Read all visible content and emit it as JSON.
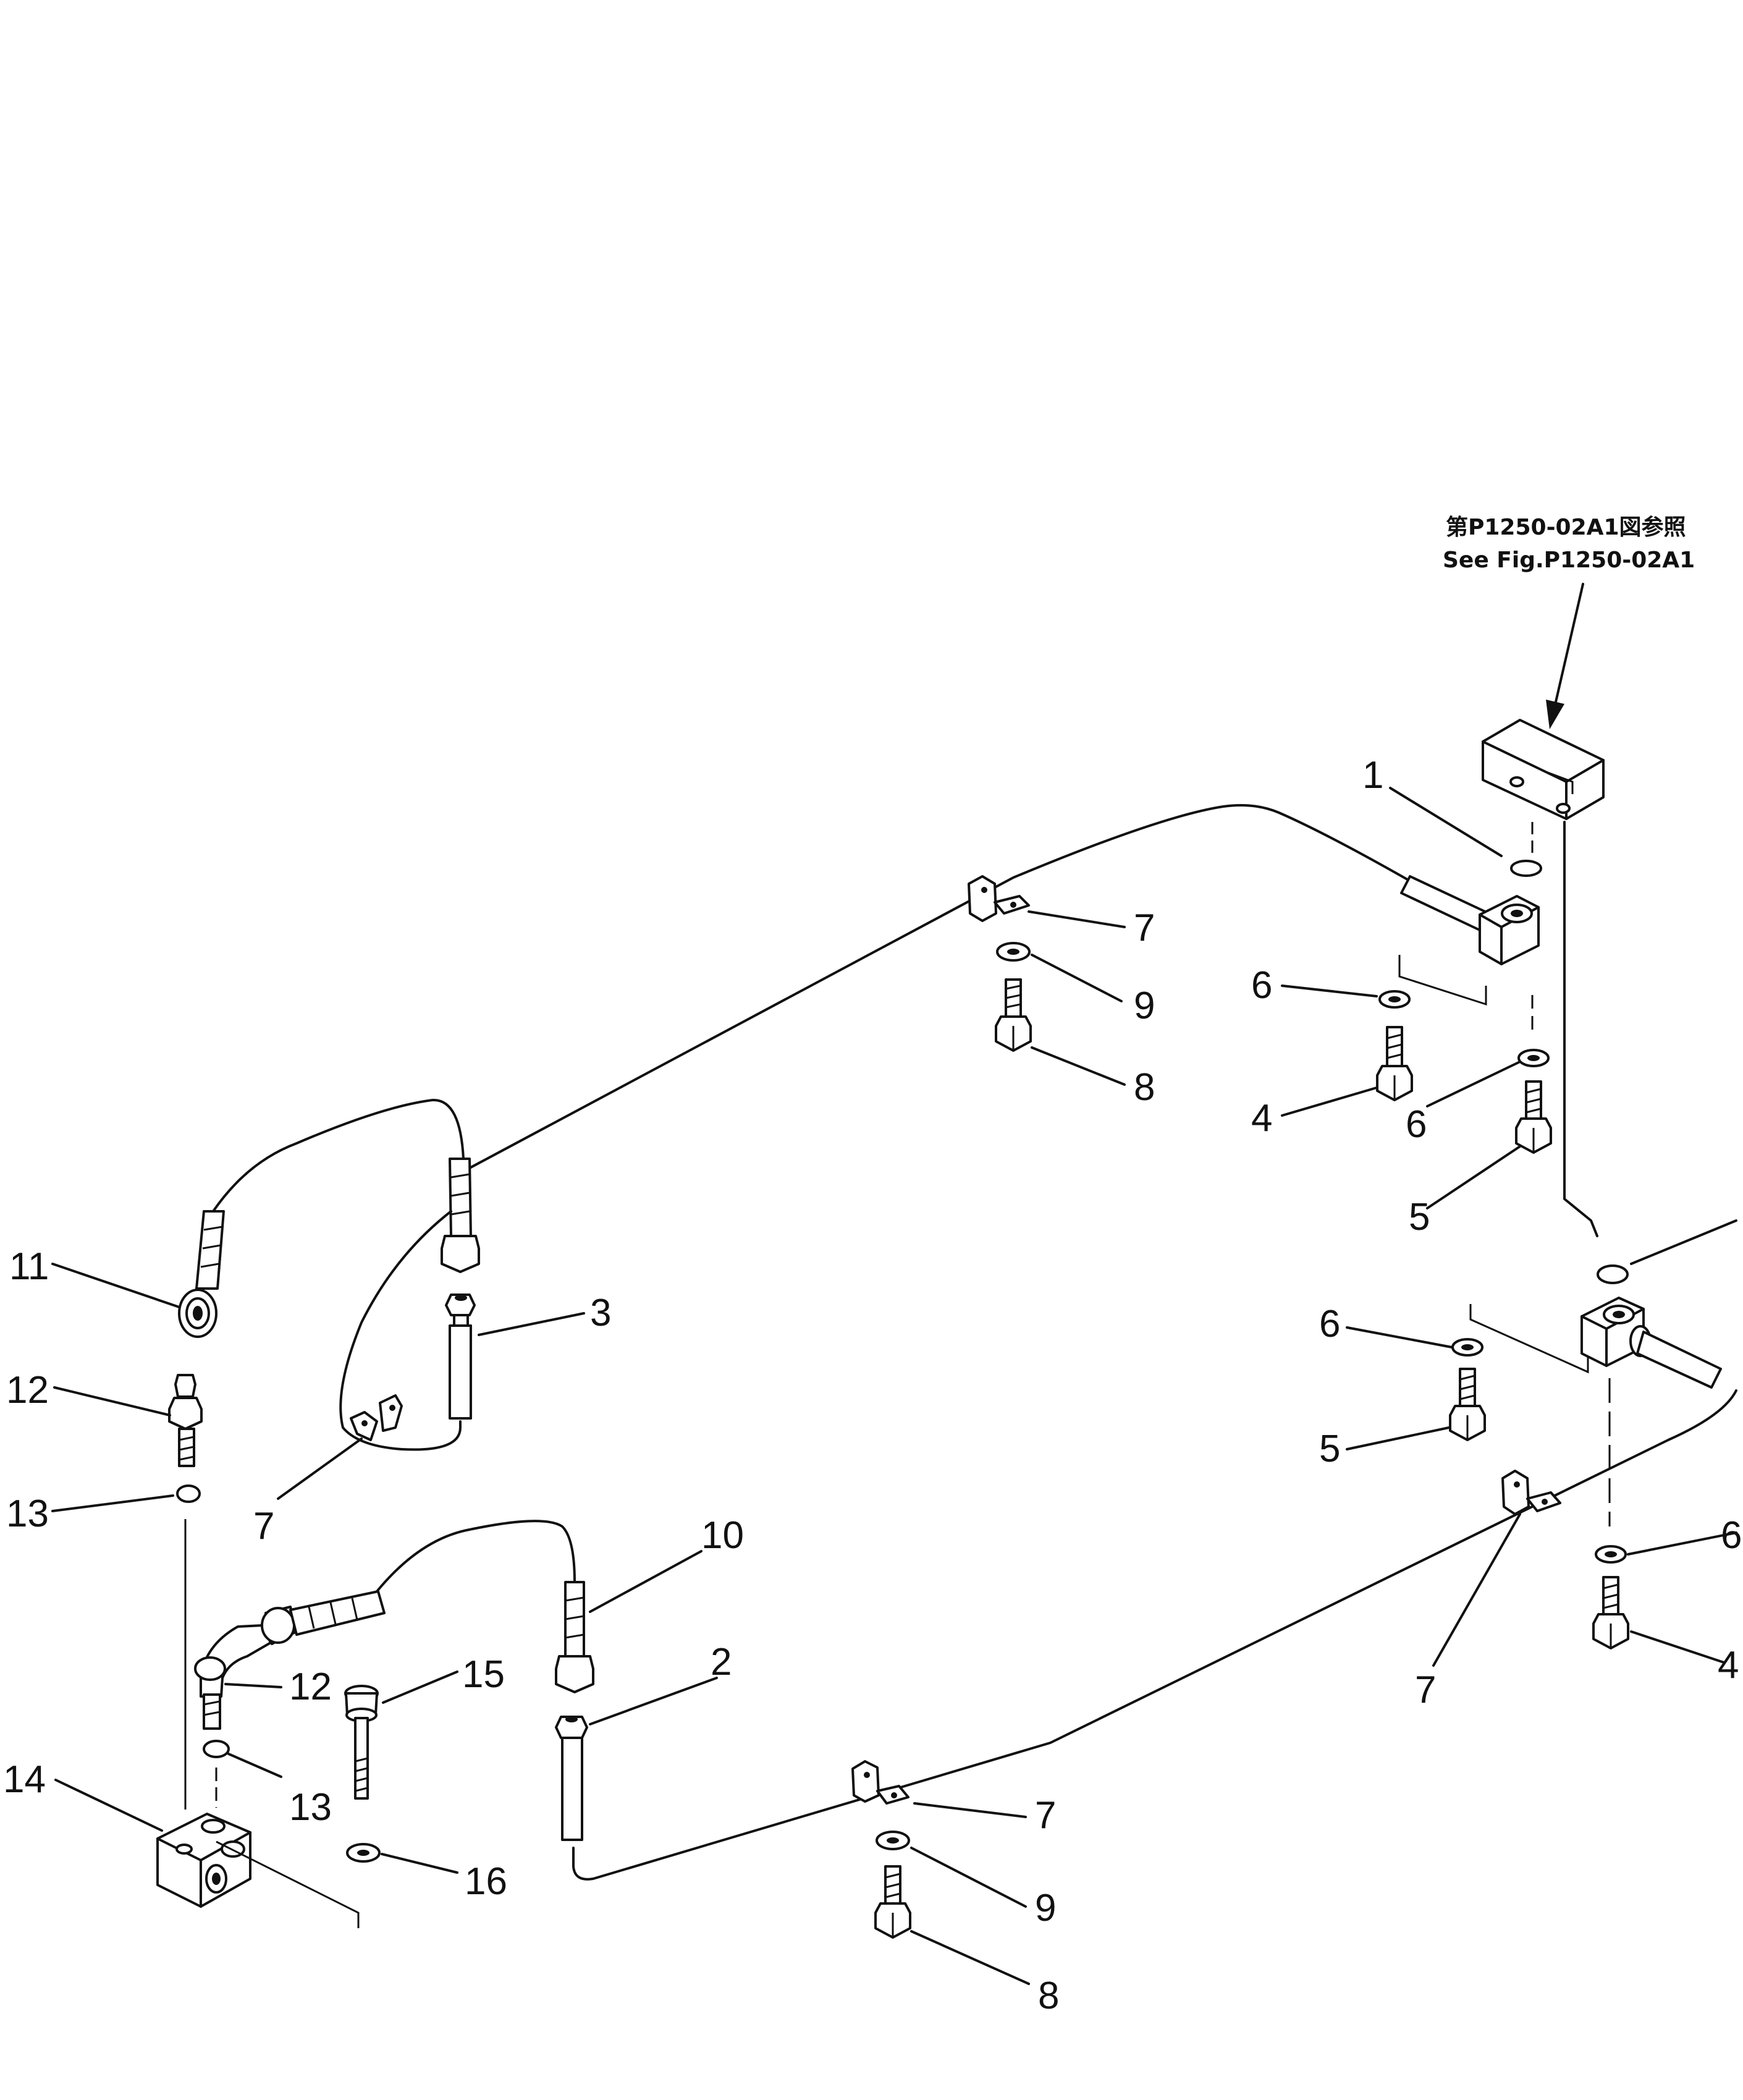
{
  "reference_note": {
    "line1": "第P1250-02A1図参照",
    "line2": "See Fig.P1250-02A1"
  },
  "callouts": [
    {
      "id": "c1",
      "text": "1"
    },
    {
      "id": "c7a",
      "text": "7"
    },
    {
      "id": "c9a",
      "text": "9"
    },
    {
      "id": "c6a",
      "text": "6"
    },
    {
      "id": "c8a",
      "text": "8"
    },
    {
      "id": "c4a",
      "text": "4"
    },
    {
      "id": "c6b",
      "text": "6"
    },
    {
      "id": "c5a",
      "text": "5"
    },
    {
      "id": "c11",
      "text": "11"
    },
    {
      "id": "c3",
      "text": "3"
    },
    {
      "id": "c12a",
      "text": "12"
    },
    {
      "id": "c6c",
      "text": "6"
    },
    {
      "id": "c5b",
      "text": "5"
    },
    {
      "id": "c13a",
      "text": "13"
    },
    {
      "id": "c7b",
      "text": "7"
    },
    {
      "id": "c10",
      "text": "10"
    },
    {
      "id": "c6d",
      "text": "6"
    },
    {
      "id": "c2",
      "text": "2"
    },
    {
      "id": "c12b",
      "text": "12"
    },
    {
      "id": "c7c",
      "text": "7"
    },
    {
      "id": "c4b",
      "text": "4"
    },
    {
      "id": "c15",
      "text": "15"
    },
    {
      "id": "c14",
      "text": "14"
    },
    {
      "id": "c13b",
      "text": "13"
    },
    {
      "id": "c7d",
      "text": "7"
    },
    {
      "id": "c16",
      "text": "16"
    },
    {
      "id": "c9b",
      "text": "9"
    },
    {
      "id": "c8b",
      "text": "8"
    }
  ]
}
